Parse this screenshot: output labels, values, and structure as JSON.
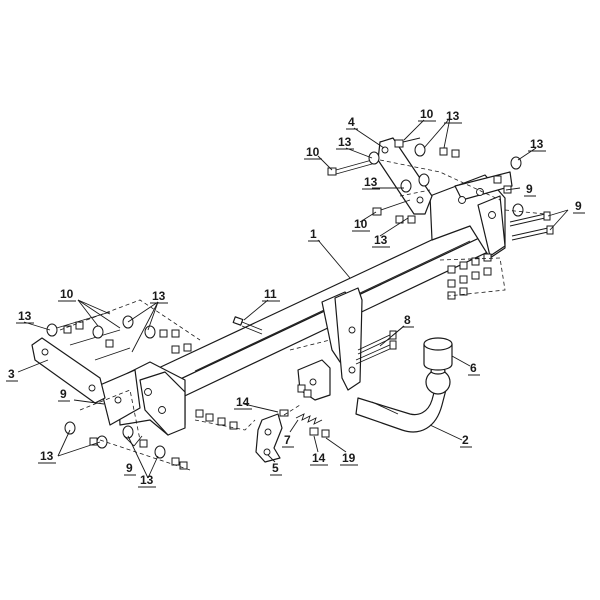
{
  "diagram": {
    "callouts": {
      "c1": "1",
      "c2": "2",
      "c3": "3",
      "c4": "4",
      "c5": "5",
      "c6": "6",
      "c7": "7",
      "c8": "8",
      "c9a": "9",
      "c9b": "9",
      "c9c": "9",
      "c9d": "9",
      "c10a": "10",
      "c10b": "10",
      "c10c": "10",
      "c10d": "10",
      "c11": "11",
      "c13a": "13",
      "c13b": "13",
      "c13c": "13",
      "c13d": "13",
      "c13e": "13",
      "c13f": "13",
      "c13g": "13",
      "c13h": "13",
      "c13i": "13",
      "c14a": "14",
      "c14b": "14",
      "c19": "19"
    }
  }
}
